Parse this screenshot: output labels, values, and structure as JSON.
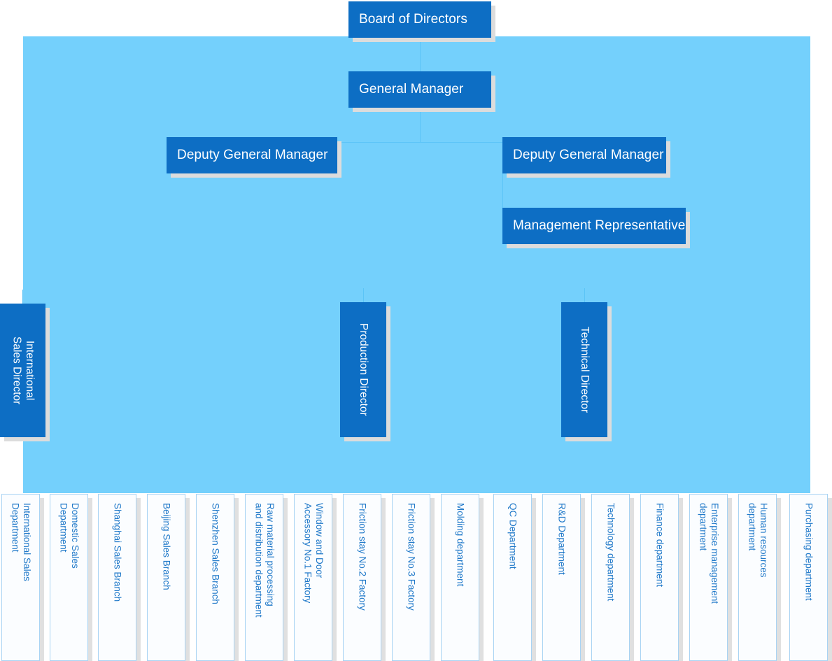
{
  "title": "Organization Chart",
  "colors": {
    "backdrop": "#74d0fc",
    "node_fill": "#0d6ec4",
    "node_text": "#ffffff",
    "dept_fill": "#fbfdff",
    "dept_border": "#a8d3f3",
    "dept_text": "#2079c9",
    "shadow": "#dcdcdc",
    "connector": "#5bc4f7"
  },
  "executive_nodes": [
    {
      "id": "board",
      "label": "Board of Directors",
      "orientation": "horizontal"
    },
    {
      "id": "gm",
      "label": "General Manager",
      "orientation": "horizontal"
    },
    {
      "id": "dgm_left",
      "label": "Deputy General Manager",
      "orientation": "horizontal"
    },
    {
      "id": "dgm_right",
      "label": "Deputy General Manager",
      "orientation": "horizontal"
    },
    {
      "id": "mgmt_rep",
      "label": "Management Representative",
      "orientation": "horizontal"
    }
  ],
  "director_nodes": [
    {
      "id": "intl_sales_director",
      "label": "International\nSales Director",
      "orientation": "vertical"
    },
    {
      "id": "production_director",
      "label": "Production Director",
      "orientation": "vertical"
    },
    {
      "id": "technical_director",
      "label": "Technical Director",
      "orientation": "vertical"
    }
  ],
  "departments": [
    {
      "id": "intl-sales-department",
      "label": "International Sales\nDepartment"
    },
    {
      "id": "domestic-sales-department",
      "label": "Domestic Sales\nDepartment"
    },
    {
      "id": "shanghai-sales-branch",
      "label": "Shanghai Sales Branch"
    },
    {
      "id": "beijing-sales-branch",
      "label": "Beijing Sales Branch"
    },
    {
      "id": "shenzhen-sales-branch",
      "label": "Shenzhen Sales Branch"
    },
    {
      "id": "raw-material-department",
      "label": "Raw material processing\nand distribution department"
    },
    {
      "id": "window-door-factory-1",
      "label": "Window and Door\nAccessory No.1 Factory"
    },
    {
      "id": "friction-stay-factory-2",
      "label": "Friction stay No.2 Factory"
    },
    {
      "id": "friction-stay-factory-3",
      "label": "Friction stay No.3 Factory"
    },
    {
      "id": "molding-department",
      "label": "Molding department"
    },
    {
      "id": "qc-department",
      "label": "QC Department"
    },
    {
      "id": "rd-department",
      "label": "R&D Department"
    },
    {
      "id": "technology-department",
      "label": "Technology department"
    },
    {
      "id": "finance-department",
      "label": "Finance department"
    },
    {
      "id": "enterprise-mgmt-department",
      "label": "Enterprise management\ndepartment"
    },
    {
      "id": "human-resources-department",
      "label": "Human resources\ndepartment"
    },
    {
      "id": "purchasing-department",
      "label": "Purchasing department"
    }
  ]
}
